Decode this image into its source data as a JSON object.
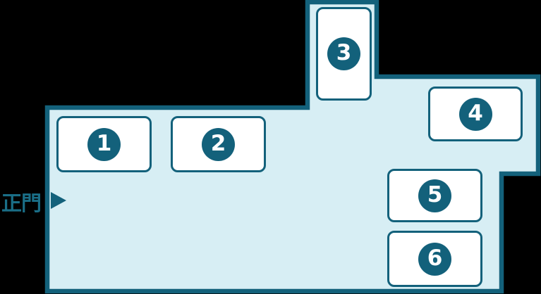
{
  "map": {
    "name": "venue-site-map",
    "gate": {
      "label": "正門",
      "arrow_icon": "right-arrowhead"
    },
    "buildings": [
      {
        "id": "building-1",
        "label": "1"
      },
      {
        "id": "building-2",
        "label": "2"
      },
      {
        "id": "building-3",
        "label": "3"
      },
      {
        "id": "building-4",
        "label": "4"
      },
      {
        "id": "building-5",
        "label": "5"
      },
      {
        "id": "building-6",
        "label": "6"
      }
    ]
  },
  "colors": {
    "accent": "#13617B",
    "map_fill": "#D7EEF4",
    "building_fill": "#FFFFFF",
    "number_color": "#FFFFFF",
    "gate_text": "#1A6E87",
    "background": "#000000"
  }
}
